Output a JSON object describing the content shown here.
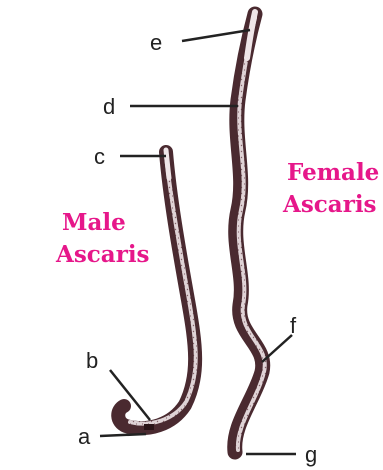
{
  "diagram": {
    "male_title": [
      "Male",
      "Ascaris"
    ],
    "female_title": [
      "Female",
      "Ascaris"
    ],
    "labels": {
      "a": "a",
      "b": "b",
      "c": "c",
      "d": "d",
      "e": "e",
      "f": "f",
      "g": "g"
    }
  },
  "colors": {
    "worm_body": "#4a2a30",
    "worm_inner": "#efe6e8",
    "title_magenta": "#e6178a",
    "label_text": "#222222"
  }
}
